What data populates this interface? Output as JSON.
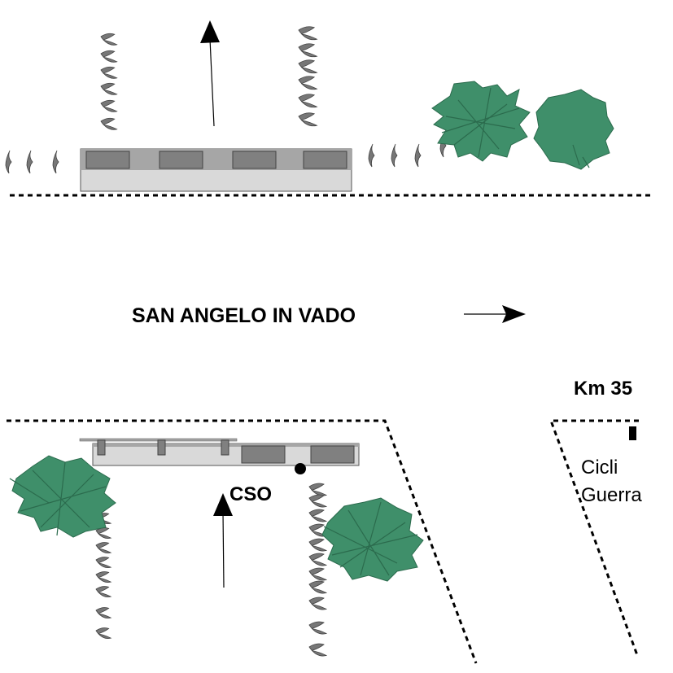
{
  "labels": {
    "road_name": "SAN ANGELO IN VADO",
    "km_marker": "Km 35",
    "cso": "CSO",
    "shop_line1": "Cicli",
    "shop_line2": "Guerra"
  },
  "colors": {
    "tree": "#3f8f6a",
    "building_light": "#d9d9d9",
    "building_mid": "#a6a6a6",
    "building_dark": "#808080",
    "plant": "#777777"
  },
  "icons": [
    "north-arrow-icon",
    "direction-arrow-icon",
    "tree-icon",
    "plant-icon",
    "building-icon",
    "location-dot-icon",
    "shop-marker-icon"
  ]
}
